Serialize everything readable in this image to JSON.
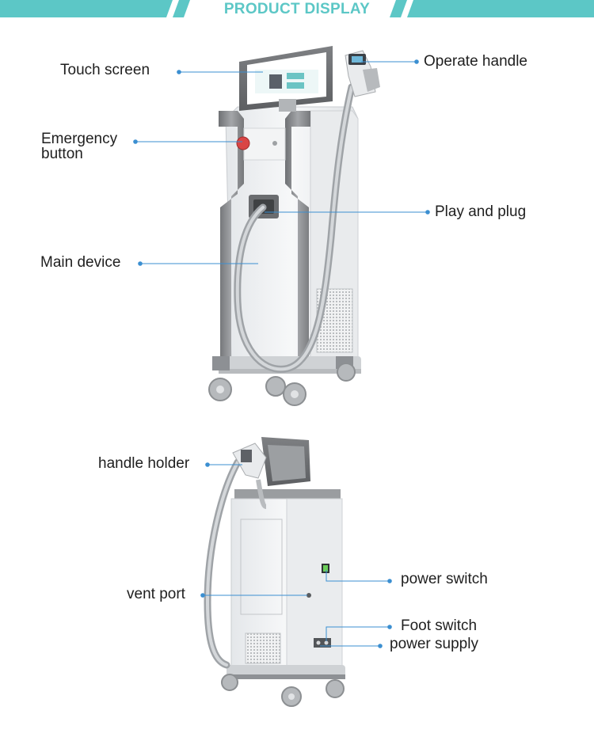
{
  "header": {
    "title": "PRODUCT DISPLAY"
  },
  "colors": {
    "accent_teal": "#5cc7c6",
    "leader_blue": "#3b8fd1",
    "machine_grey": "#8a8c8f",
    "machine_body": "#eef0f2"
  },
  "labels": {
    "touch_screen": "Touch screen",
    "operate_handle": "Operate handle",
    "emergency_button_line1": "Emergency",
    "emergency_button_line2": "button",
    "play_and_plug": "Play and plug",
    "main_device": "Main device",
    "handle_holder": "handle holder",
    "vent_port": "vent port",
    "power_switch": "power switch",
    "foot_switch": "Foot switch",
    "power_supply": "power supply"
  }
}
